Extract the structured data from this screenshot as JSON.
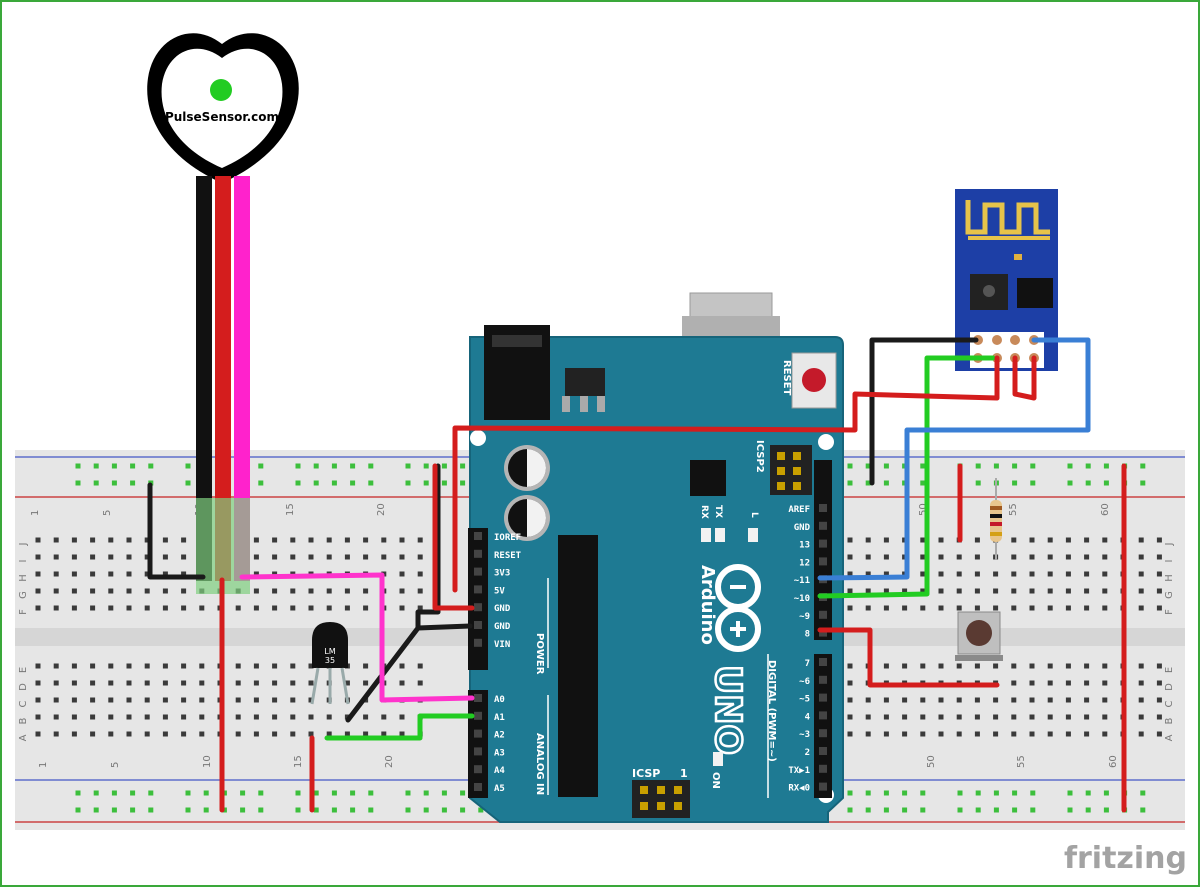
{
  "pulse_sensor": {
    "brand": "PulseSensor.com"
  },
  "lm35": {
    "label_line1": "LM",
    "label_line2": "35"
  },
  "arduino": {
    "brand": "Arduino",
    "model": "UNO",
    "reset_label": "RESET",
    "icsp2_label": "ICSP2",
    "icsp_label": "ICSP",
    "tx_label": "TX",
    "rx_label": "RX",
    "l_label": "L",
    "on_label": "ON",
    "power_group_label": "POWER",
    "analog_group_label": "ANALOG IN",
    "digital_group_label": "DIGITAL (PWM=~)",
    "power_pins": [
      "IOREF",
      "RESET",
      "3V3",
      "5V",
      "GND",
      "GND",
      "VIN"
    ],
    "analog_pins": [
      "A0",
      "A1",
      "A2",
      "A3",
      "A4",
      "A5"
    ],
    "digital_top_pins": [
      "AREF",
      "GND",
      "13",
      "12",
      "~11",
      "~10",
      "~9",
      "8"
    ],
    "digital_bottom_pins": [
      "7",
      "~6",
      "~5",
      "4",
      "~3",
      "2",
      "TX▶1",
      "RX◀0"
    ]
  },
  "breadboard": {
    "top_col_numbers": [
      "1",
      "5",
      "10",
      "15",
      "20",
      "50",
      "55",
      "60"
    ],
    "bottom_col_numbers": [
      "1",
      "5",
      "10",
      "15",
      "20",
      "50",
      "55",
      "60"
    ],
    "rows_top": [
      "J",
      "I",
      "H",
      "G",
      "F"
    ],
    "rows_bottom": [
      "E",
      "D",
      "C",
      "B",
      "A"
    ]
  },
  "watermark": "fritzing",
  "colors": {
    "board_teal": "#1e7a93",
    "breadboard": "#e6e6e6",
    "wire_red": "#d41d1d",
    "wire_black": "#1a1a1a",
    "wire_pink": "#ff33cc",
    "wire_green": "#22cc22",
    "wire_blue": "#3a7fd5",
    "esp_blue": "#1d3fa6"
  }
}
